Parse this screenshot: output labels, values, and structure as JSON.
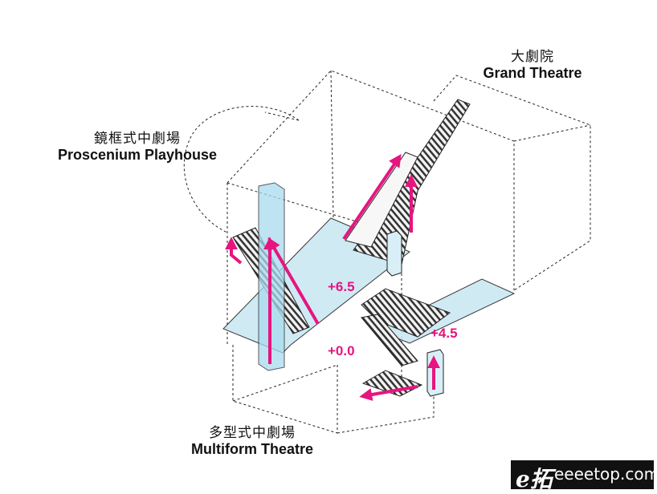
{
  "labels": {
    "grand": {
      "zh": "大劇院",
      "en": "Grand Theatre"
    },
    "proscenium": {
      "zh": "鏡框式中劇場",
      "en": "Proscenium Playhouse"
    },
    "multiform": {
      "zh": "多型式中劇場",
      "en": "Multiform Theatre"
    }
  },
  "levels": {
    "upper": "+6.5",
    "middle": "+4.5",
    "ground": "+0.0"
  },
  "watermark": {
    "logo": "e拓",
    "site": "eeeetop.com"
  },
  "colors": {
    "accent": "#e6157f",
    "floor": "#cbe8f3",
    "line": "#222222"
  }
}
